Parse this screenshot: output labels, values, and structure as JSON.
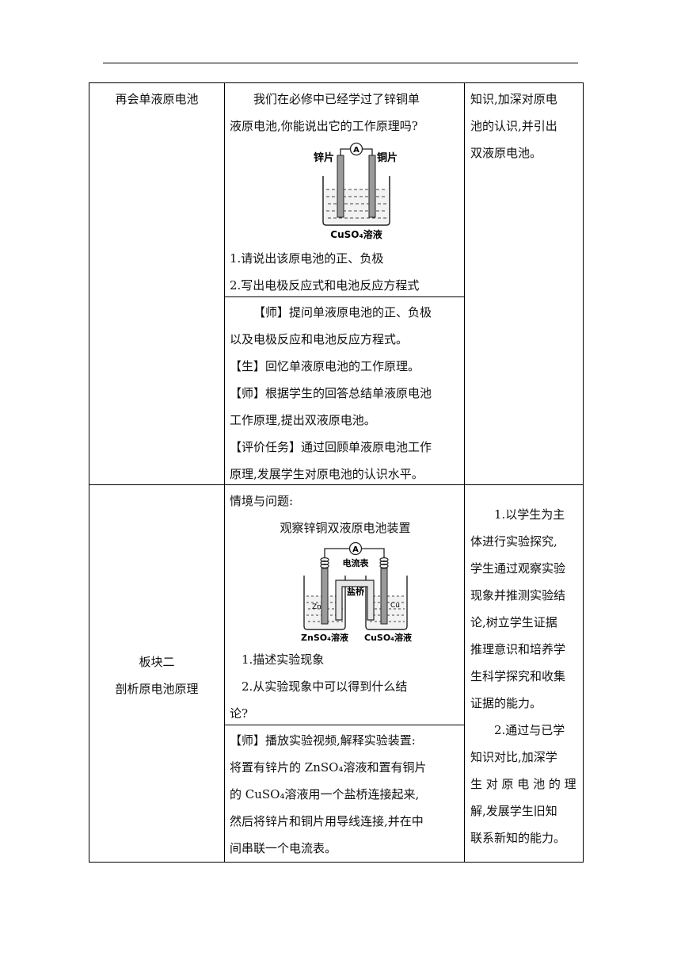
{
  "row1": {
    "section_title": "再会单液原电池",
    "intro_line1": "我们在必修中已经学过了锌铜单",
    "intro_line2": "液原电池,你能说出它的工作原理吗?",
    "diagram": {
      "left_label": "锌片",
      "right_label": "铜片",
      "meter": "A",
      "solution_label": "CuSO₄溶液"
    },
    "question1": "1.请说出该原电池的正、负极",
    "question2": "2.写出电极反应式和电池反应方程式",
    "activity": {
      "l1": "【师】提问单液原电池的正、负极",
      "l2": "以及电极反应和电池反应方程式。",
      "l3": "【生】回忆单液原电池的工作原理。",
      "l4": "【师】根据学生的回答总结单液原电池",
      "l5": "工作原理,提出双液原电池。",
      "l6": "【评价任务】通过回顾单液原电池工作",
      "l7": "原理,发展学生对原电池的认识水平。"
    },
    "intent_l1": "知识,加深对原电",
    "intent_l2": "池的认识,并引出",
    "intent_l3": "双液原电池。"
  },
  "row2": {
    "section_line1": "板块二",
    "section_line2": "剖析原电池原理",
    "situation": "情境与问题:",
    "observe": "观察锌铜双液原电池装置",
    "diagram": {
      "meter": "A",
      "ammeter_label": "电流表",
      "bridge_label": "盐桥",
      "zn": "Zn",
      "cu": "Cu",
      "left_solution": "ZnSO₄溶液",
      "right_solution": "CuSO₄溶液"
    },
    "q1": "1.描述实验现象",
    "q2_l1": "2.从实验现象中可以得到什么结",
    "q2_l2": "论?",
    "activity": {
      "l1": "【师】播放实验视频,解释实验装置:",
      "l2": "将置有锌片的 ZnSO₄溶液和置有铜片",
      "l3": "的 CuSO₄溶液用一个盐桥连接起来,",
      "l4": "然后将锌片和铜片用导线连接,并在中",
      "l5": "间串联一个电流表。"
    },
    "intent": {
      "l1": "1.以学生为主",
      "l2": "体进行实验探究,",
      "l3": "学生通过观察实验",
      "l4": "现象并推测实验结",
      "l5": "论,树立学生证据",
      "l6": "推理意识和培养学",
      "l7": "生科学探究和收集",
      "l8": "证据的能力。",
      "l9": "2.通过与已学",
      "l10": "知识对比,加深学",
      "l11": "生 对 原 电 池 的 理",
      "l12": "解,发展学生旧知",
      "l13": "联系新知的能力。"
    }
  }
}
